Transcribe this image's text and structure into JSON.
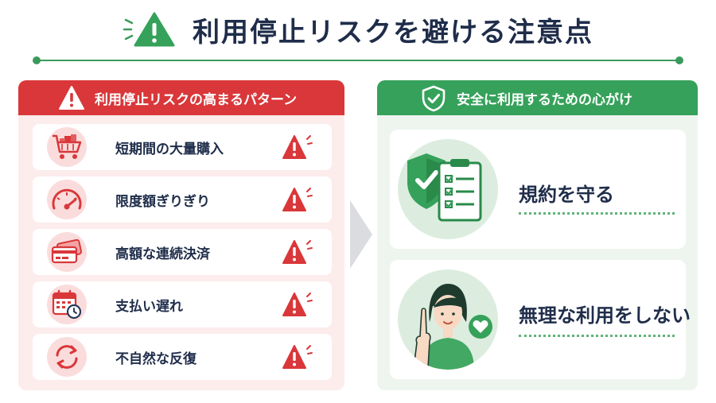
{
  "title": "利用停止リスクを避ける注意点",
  "left_panel": {
    "heading": "利用停止リスクの高まるパターン",
    "items": [
      {
        "label": "短期間の大量購入",
        "icon": "shopping-cart-icon"
      },
      {
        "label": "限度額ぎりぎり",
        "icon": "gauge-icon"
      },
      {
        "label": "高額な連続決済",
        "icon": "credit-cards-icon"
      },
      {
        "label": "支払い遅れ",
        "icon": "calendar-clock-icon"
      },
      {
        "label": "不自然な反復",
        "icon": "repeat-arrows-icon"
      }
    ]
  },
  "right_panel": {
    "heading": "安全に利用するための心がけ",
    "cards": [
      {
        "label": "規約を守る",
        "icon": "shield-checklist-icon"
      },
      {
        "label": "無理な利用をしない",
        "icon": "person-pointing-icon"
      }
    ]
  },
  "colors": {
    "navy": "#1f2d4a",
    "red": "#d9373a",
    "green": "#36a15a",
    "pink_bg": "#fcecec",
    "green_bg": "#eef5ef"
  }
}
